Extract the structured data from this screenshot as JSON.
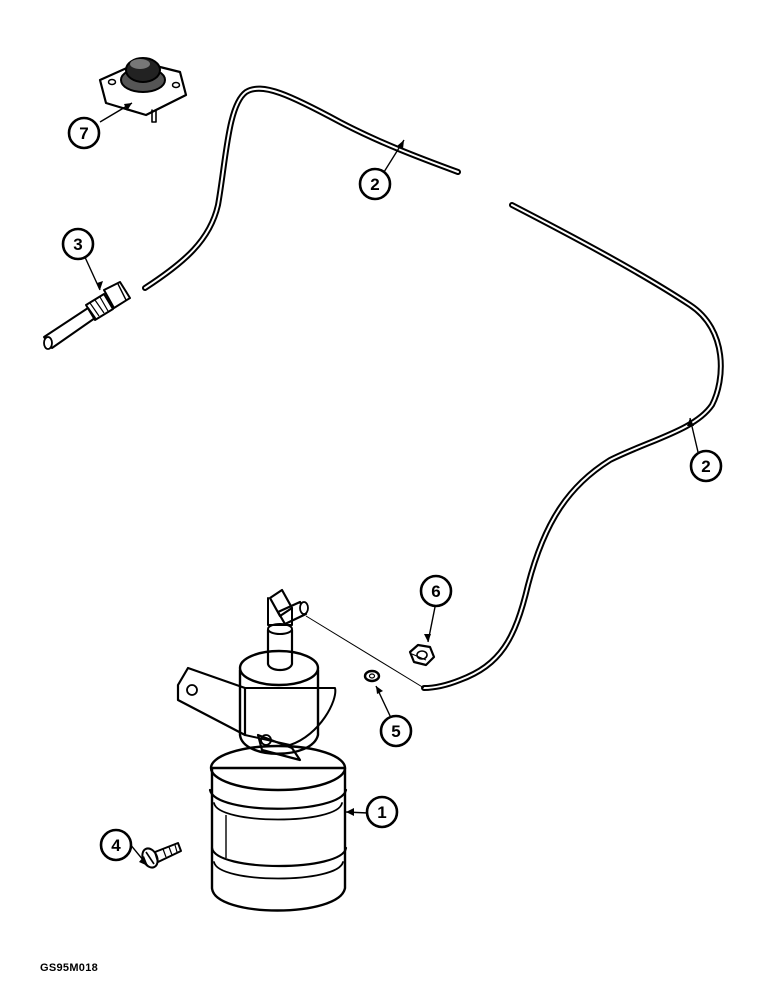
{
  "figure_code": "GS95M018",
  "callouts": [
    {
      "id": "callout-7",
      "label": "7"
    },
    {
      "id": "callout-2a",
      "label": "2"
    },
    {
      "id": "callout-3",
      "label": "3"
    },
    {
      "id": "callout-2b",
      "label": "2"
    },
    {
      "id": "callout-6",
      "label": "6"
    },
    {
      "id": "callout-5",
      "label": "5"
    },
    {
      "id": "callout-1",
      "label": "1"
    },
    {
      "id": "callout-4",
      "label": "4"
    }
  ],
  "colors": {
    "line": "#000000",
    "background": "#ffffff"
  }
}
